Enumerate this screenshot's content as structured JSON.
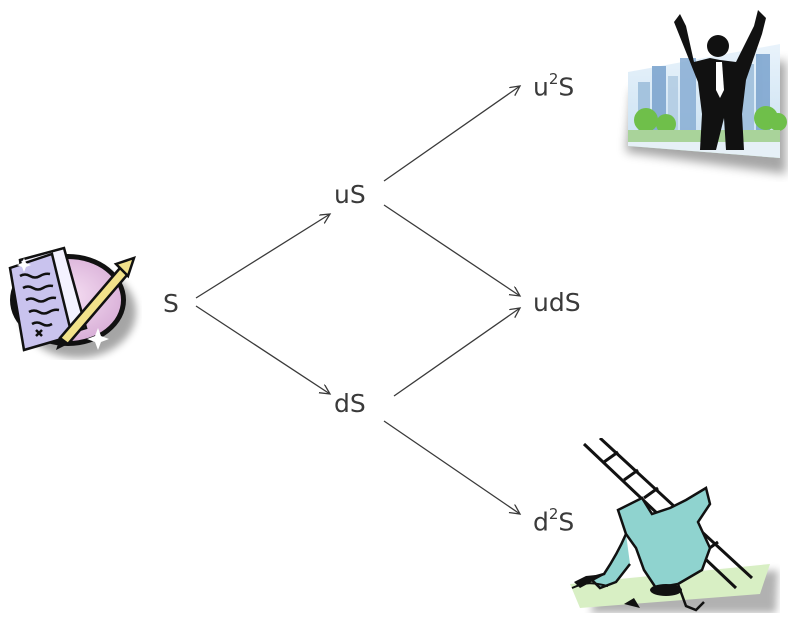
{
  "tree": {
    "root": {
      "label": "S"
    },
    "up1": {
      "label": "uS"
    },
    "down1": {
      "label": "dS"
    },
    "up2": {
      "base": "u",
      "exp": "2",
      "tail": "S"
    },
    "mid2": {
      "label": "udS"
    },
    "down2": {
      "base": "d",
      "exp": "2",
      "tail": "S"
    },
    "edges": [
      {
        "from": "S",
        "to": "uS"
      },
      {
        "from": "S",
        "to": "dS"
      },
      {
        "from": "uS",
        "to": "u²S"
      },
      {
        "from": "uS",
        "to": "udS"
      },
      {
        "from": "dS",
        "to": "udS"
      },
      {
        "from": "dS",
        "to": "d²S"
      }
    ]
  },
  "pictures": {
    "contract": "contract-clipart",
    "success": "celebrating-person-city-clipart",
    "failure": "fallen-person-ladder-clipart"
  },
  "colors": {
    "text": "#3a3a3a",
    "arrow": "#3a3a3a"
  }
}
